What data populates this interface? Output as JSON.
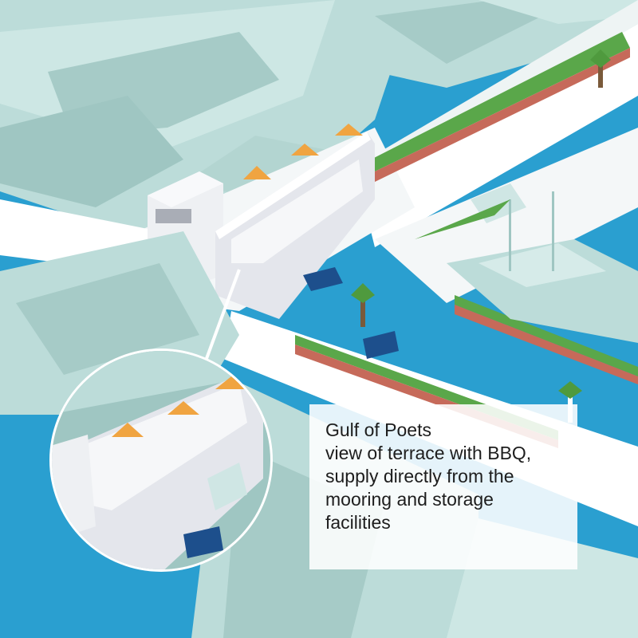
{
  "caption": {
    "lines": [
      "Gulf of Poets",
      "view of terrace with BBQ,",
      "supply directly from the",
      "mooring and storage",
      "facilities"
    ]
  },
  "colors": {
    "water": "#2a9fd0",
    "boat_hull": "#bcdcd9",
    "boat_shadow": "#9fc6c2",
    "quay": "#ffffff",
    "hedge": "#5aa74a",
    "planter": "#c66a5a",
    "umbrella": "#f0a441",
    "cart": "#1d4f8c"
  }
}
